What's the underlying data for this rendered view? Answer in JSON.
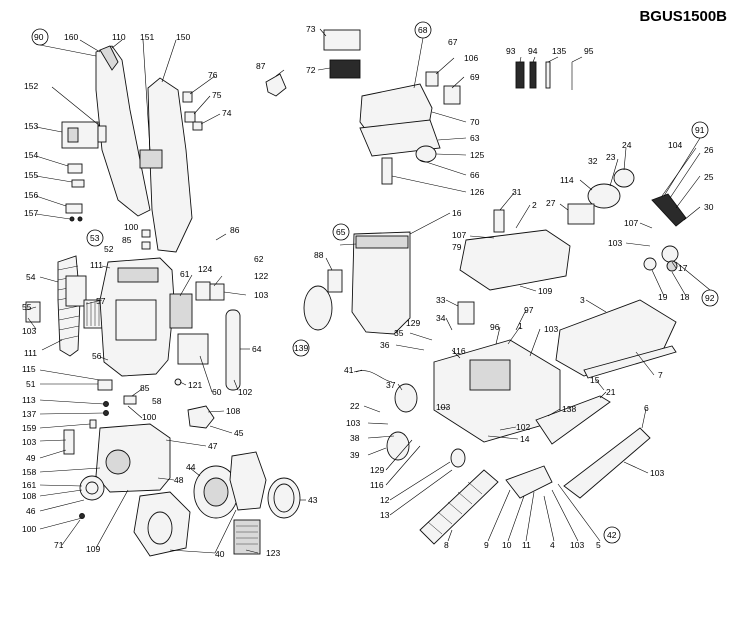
{
  "model_title": "BGUS1500B",
  "callouts": {
    "c90": "90",
    "c160": "160",
    "c110": "110",
    "c151": "151",
    "c150": "150",
    "c152": "152",
    "c153": "153",
    "c154": "154",
    "c155": "155",
    "c156": "156",
    "c157": "157",
    "c87": "87",
    "c76": "76",
    "c75": "75",
    "c74": "74",
    "c100a": "100",
    "c85a": "85",
    "c86": "86",
    "c53": "53",
    "c54": "54",
    "c111a": "111",
    "c52": "52",
    "c61": "61",
    "c124": "124",
    "c62": "62",
    "c122": "122",
    "c103a": "103",
    "c55": "55",
    "c57": "57",
    "c103b": "103",
    "c111b": "111",
    "c56": "56",
    "c115": "115",
    "c51": "51",
    "c113": "113",
    "c137": "137",
    "c85b": "85",
    "c58": "58",
    "c100b": "100",
    "c121": "121",
    "c60": "60",
    "c102a": "102",
    "c64": "64",
    "c108a": "108",
    "c45": "45",
    "c159": "159",
    "c103c": "103",
    "c49": "49",
    "c158": "158",
    "c161": "161",
    "c108b": "108",
    "c46": "46",
    "c47": "47",
    "c44": "44",
    "c48": "48",
    "c43": "43",
    "c100c": "100",
    "c71": "71",
    "c109a": "109",
    "c40": "40",
    "c123": "123",
    "c73": "73",
    "c68": "68",
    "c67": "67",
    "c72": "72",
    "c106": "106",
    "c69": "69",
    "c70": "70",
    "c63": "63",
    "c125": "125",
    "c66": "66",
    "c126": "126",
    "c16": "16",
    "c93": "93",
    "c94": "94",
    "c135": "135",
    "c95": "95",
    "c91": "91",
    "c104": "104",
    "c26": "26",
    "c25": "25",
    "c30": "30",
    "c24": "24",
    "c23": "23",
    "c32": "32",
    "c114": "114",
    "c27": "27",
    "c31": "31",
    "c2": "2",
    "c107a": "107",
    "c79": "79",
    "c109b": "109",
    "c103d": "103",
    "c107b": "107",
    "c17": "17",
    "c19": "19",
    "c18": "18",
    "c92": "92",
    "c65": "65",
    "c88": "88",
    "c139": "139",
    "c33": "33",
    "c3": "3",
    "c129a": "129",
    "c34": "34",
    "c35": "35",
    "c36": "36",
    "c116a": "116",
    "c96": "96",
    "c97": "97",
    "c1": "1",
    "c103e": "103",
    "c41": "41",
    "c37": "37",
    "c7": "7",
    "c15": "15",
    "c21": "21",
    "c22": "22",
    "c103f": "103",
    "c38": "38",
    "c39": "39",
    "c129b": "129",
    "c116b": "116",
    "c12": "12",
    "c13": "13",
    "c103g": "103",
    "c138": "138",
    "c102b": "102",
    "c14": "14",
    "c6": "6",
    "c103h": "103",
    "c8": "8",
    "c9": "9",
    "c10": "10",
    "c11": "11",
    "c4": "4",
    "c103i": "103",
    "c5": "5",
    "c42": "42"
  }
}
